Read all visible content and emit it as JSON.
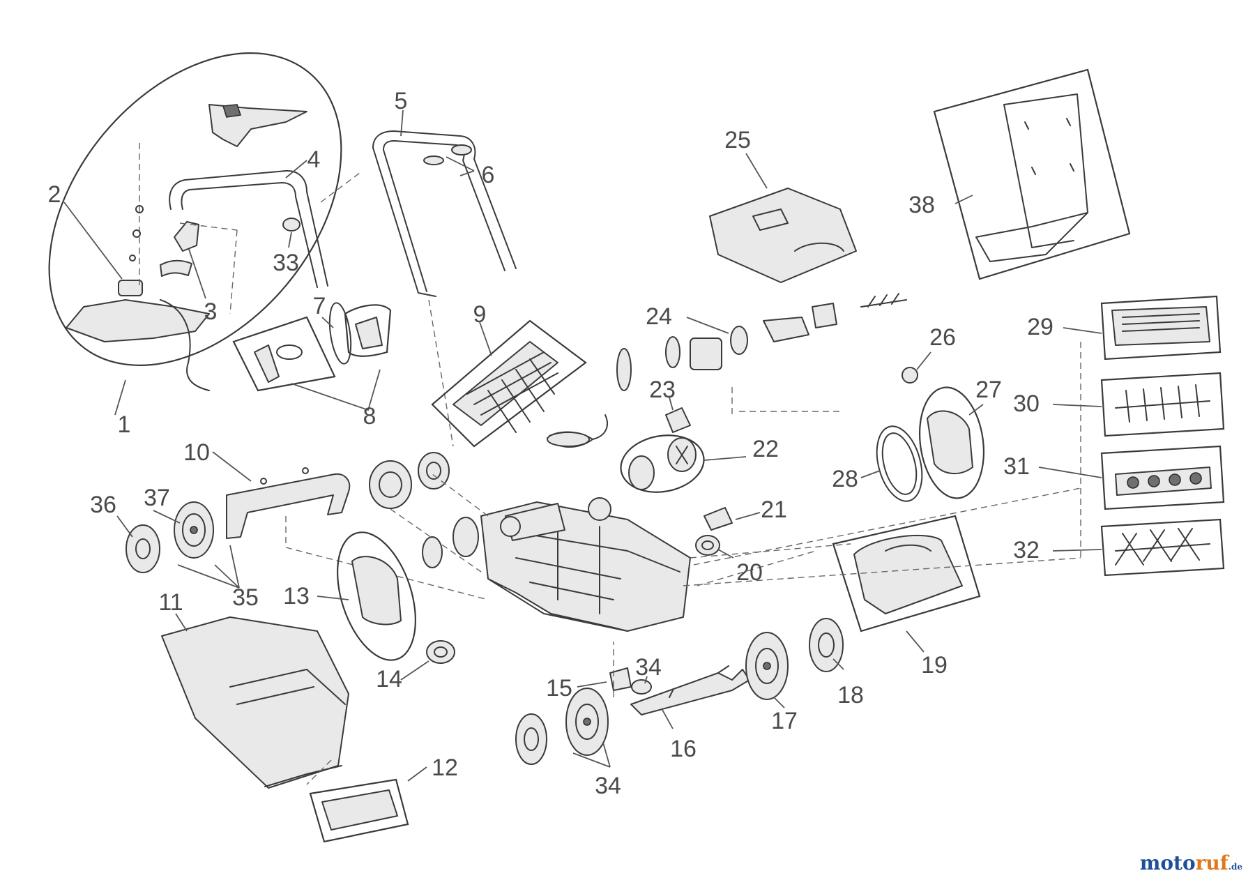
{
  "diagram": {
    "callouts": [
      "1",
      "2",
      "3",
      "4",
      "5",
      "6",
      "7",
      "8",
      "9",
      "10",
      "11",
      "12",
      "13",
      "14",
      "15",
      "16",
      "17",
      "18",
      "19",
      "20",
      "21",
      "22",
      "23",
      "24",
      "25",
      "26",
      "27",
      "28",
      "29",
      "30",
      "31",
      "32",
      "33",
      "34",
      "35",
      "36",
      "37",
      "38",
      "34"
    ]
  },
  "watermark": {
    "part1": "moto",
    "part2": "ruf",
    "suffix": ".de"
  }
}
